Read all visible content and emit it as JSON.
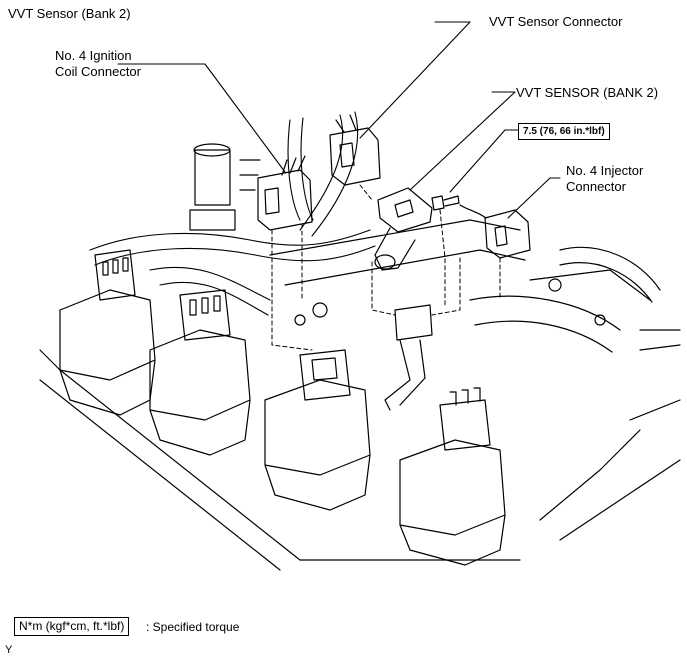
{
  "title": "VVT Sensor (Bank 2)",
  "callouts": {
    "ignition_coil_connector_line1": "No. 4 Ignition",
    "ignition_coil_connector_line2": "Coil Connector",
    "vvt_sensor_connector": "VVT Sensor Connector",
    "vvt_sensor": "VVT SENSOR (BANK 2)",
    "torque_spec": "7.5 (76, 66 in.*lbf)",
    "injector_connector_line1": "No. 4 Injector",
    "injector_connector_line2": "Connector"
  },
  "legend": {
    "box_text": "N*m (kgf*cm, ft.*lbf)",
    "description": ": Specified torque"
  },
  "figure_code": "Y",
  "colors": {
    "line": "#000000",
    "background": "#ffffff"
  }
}
